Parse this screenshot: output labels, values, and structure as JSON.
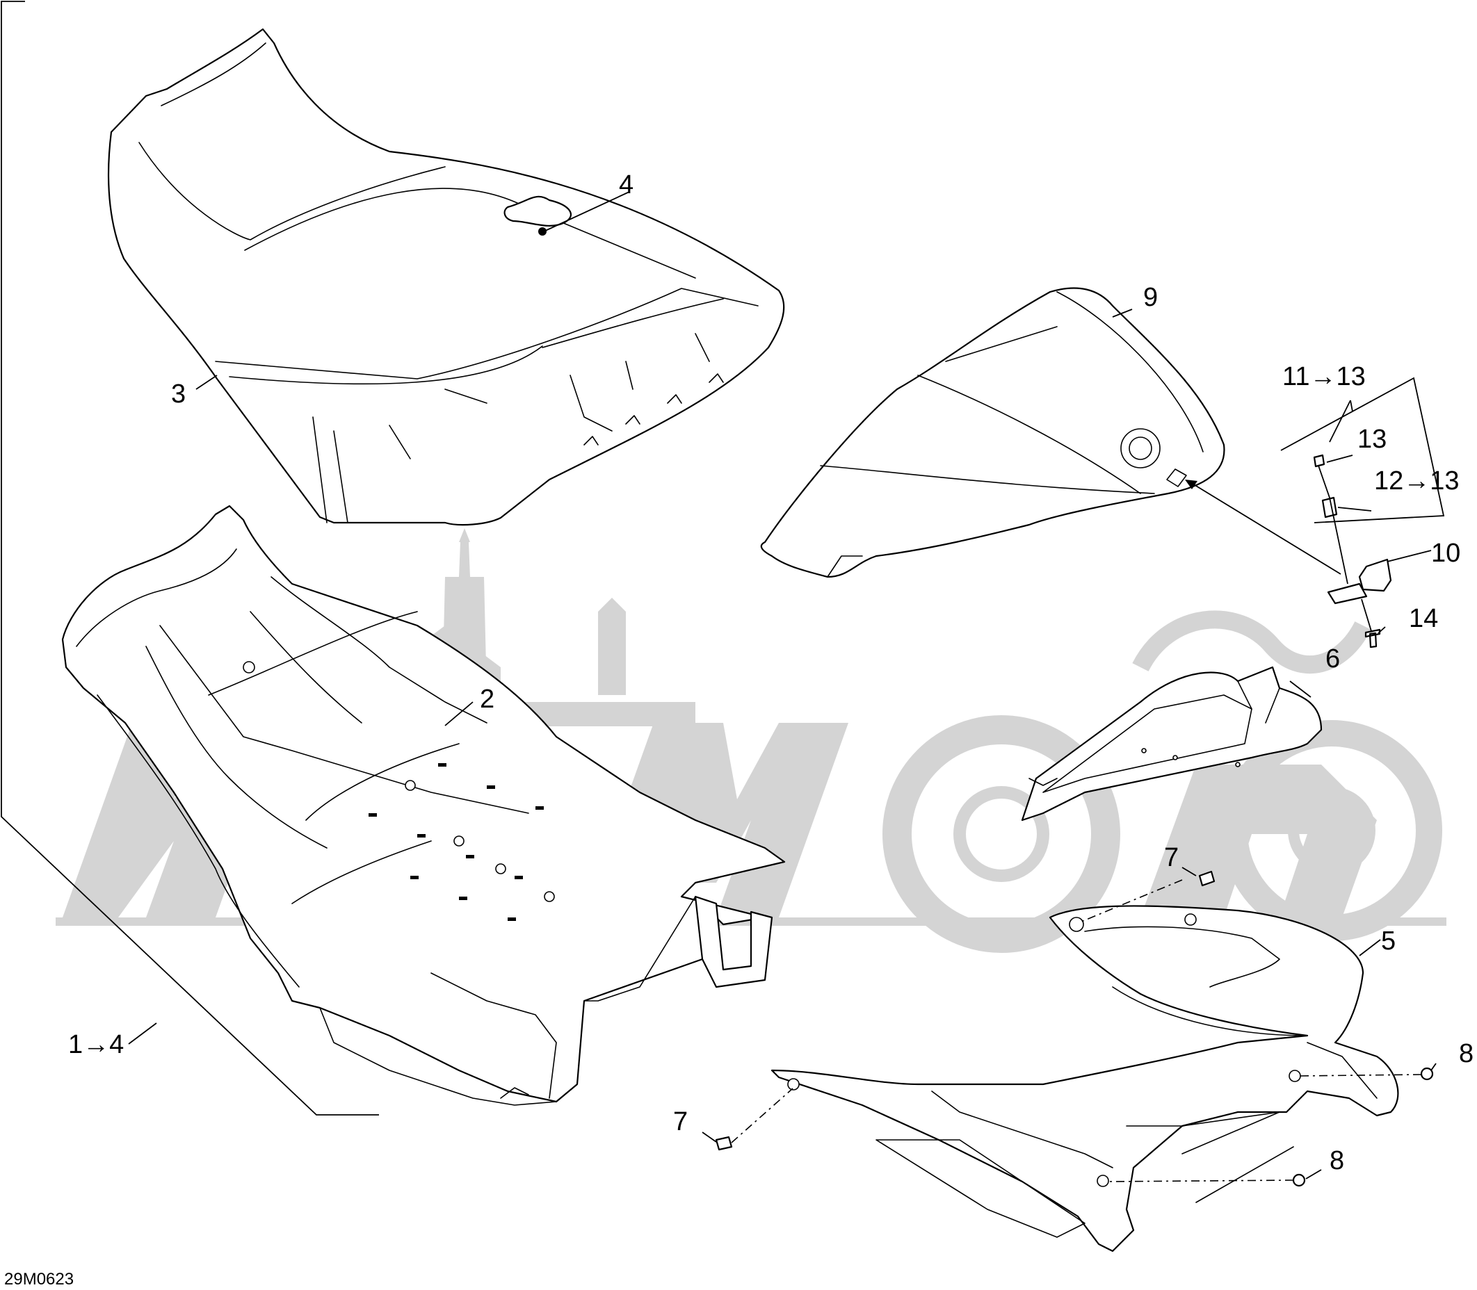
{
  "diagram": {
    "figure_id": "29M0623",
    "callouts": [
      {
        "id": "c1",
        "label": "1→4"
      },
      {
        "id": "c2",
        "label": "2"
      },
      {
        "id": "c3",
        "label": "3"
      },
      {
        "id": "c4",
        "label": "4"
      },
      {
        "id": "c5",
        "label": "5"
      },
      {
        "id": "c6",
        "label": "6"
      },
      {
        "id": "c7a",
        "label": "7"
      },
      {
        "id": "c7b",
        "label": "7"
      },
      {
        "id": "c8a",
        "label": "8"
      },
      {
        "id": "c8b",
        "label": "8"
      },
      {
        "id": "c9",
        "label": "9"
      },
      {
        "id": "c10",
        "label": "10"
      },
      {
        "id": "c11",
        "label": "11→13"
      },
      {
        "id": "c12",
        "label": "12→13"
      },
      {
        "id": "c13",
        "label": "13"
      },
      {
        "id": "c14",
        "label": "14"
      }
    ],
    "colors": {
      "line": "#000000",
      "background": "#ffffff",
      "watermark": "#d4d4d4"
    }
  }
}
